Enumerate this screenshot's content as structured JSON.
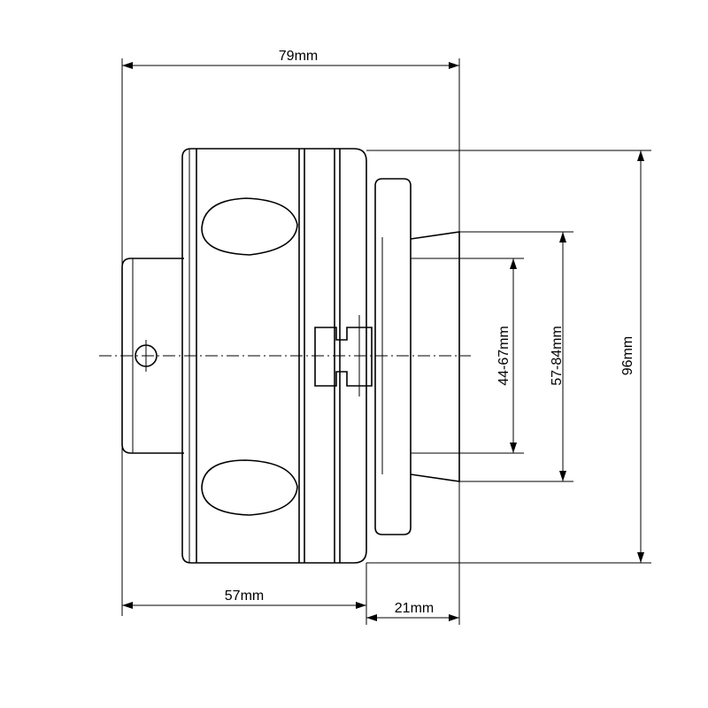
{
  "dimensions": {
    "overall_length": "79mm",
    "body_length": "57mm",
    "nose_length": "21mm",
    "overall_diameter": "96mm",
    "grip_range_large": "57-84mm",
    "grip_range_small": "44-67mm"
  }
}
